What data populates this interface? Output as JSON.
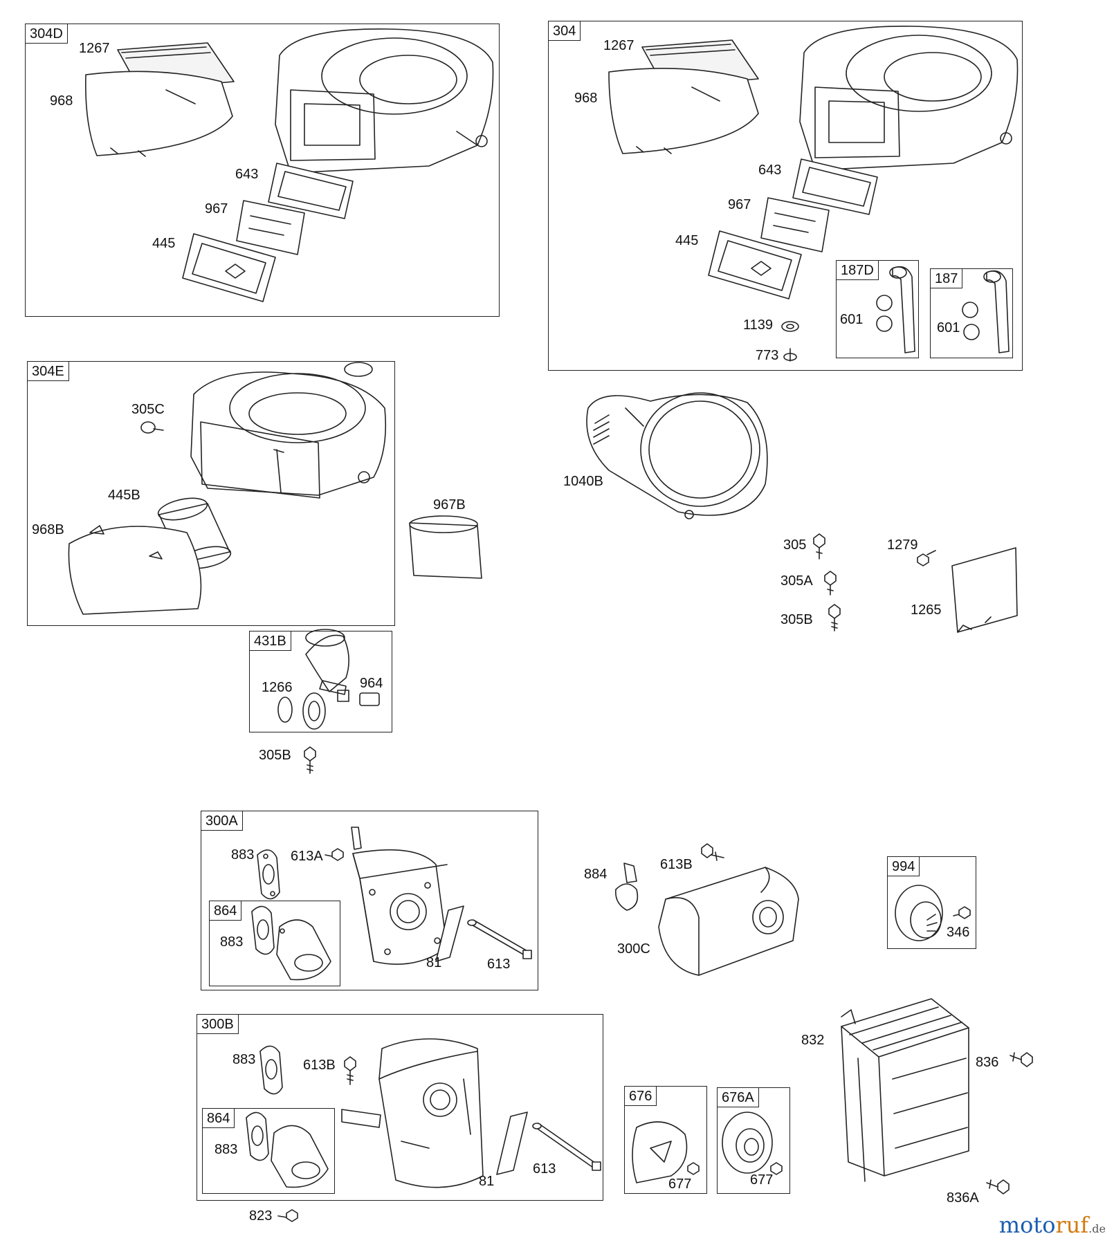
{
  "boxes": {
    "b304D": "304D",
    "b304": "304",
    "b187D": "187D",
    "b187": "187",
    "b304E": "304E",
    "b431B": "431B",
    "b300A": "300A",
    "b864a": "864",
    "b994": "994",
    "b300B": "300B",
    "b864b": "864",
    "b676": "676",
    "b676A": "676A"
  },
  "labels": {
    "l304D_1267": "1267",
    "l304D_968": "968",
    "l304D_643": "643",
    "l304D_967": "967",
    "l304D_445": "445",
    "l304_1267": "1267",
    "l304_968": "968",
    "l304_643": "643",
    "l304_967": "967",
    "l304_445": "445",
    "l304_1139": "1139",
    "l304_773": "773",
    "l187D_601": "601",
    "l187_601": "601",
    "l304E_305C": "305C",
    "l304E_445B": "445B",
    "l304E_968B": "968B",
    "l967B": "967B",
    "l431B_1266": "1266",
    "l431B_964": "964",
    "l305B_lower": "305B",
    "l1040B": "1040B",
    "l305": "305",
    "l305A": "305A",
    "l305B_mid": "305B",
    "l1279": "1279",
    "l1265": "1265",
    "l300A_883": "883",
    "l300A_613A": "613A",
    "l864a_883": "883",
    "l300A_81": "81",
    "l300A_613": "613",
    "l884": "884",
    "l613B_mid": "613B",
    "l300C": "300C",
    "l994_346": "346",
    "l300B_883": "883",
    "l300B_613B": "613B",
    "l864b_883": "883",
    "l300B_81": "81",
    "l300B_613": "613",
    "l823": "823",
    "l676_677": "677",
    "l676A_677": "677",
    "l832": "832",
    "l836": "836",
    "l836A": "836A"
  },
  "watermark": {
    "part1": "moto",
    "part2": "ruf",
    "tld": ".de"
  }
}
